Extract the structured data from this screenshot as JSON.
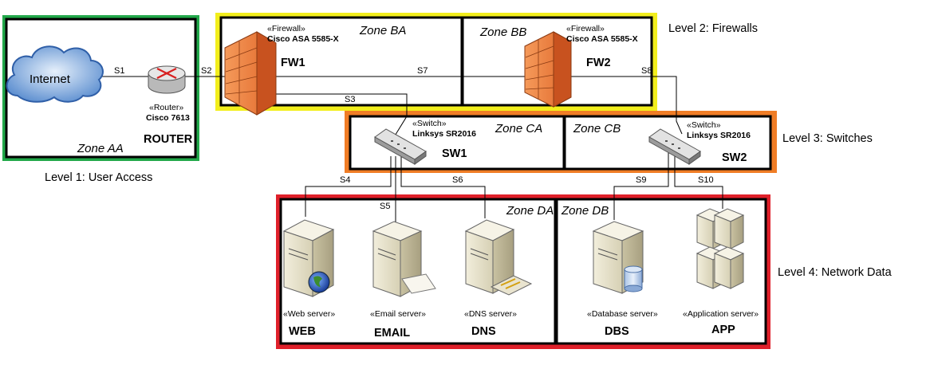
{
  "levels": {
    "l1": "Level 1: User Access",
    "l2": "Level 2: Firewalls",
    "l3": "Level 3: Switches",
    "l4": "Level 4: Network Data"
  },
  "level_colors": {
    "l1": "#22a84a",
    "l2": "#f2ee1c",
    "l3": "#f07d26",
    "l4": "#e0202a"
  },
  "zones": {
    "aa": "Zone AA",
    "ba": "Zone BA",
    "bb": "Zone BB",
    "ca": "Zone CA",
    "cb": "Zone CB",
    "da": "Zone DA",
    "db": "Zone DB"
  },
  "cloud": {
    "label": "Internet",
    "icon": "cloud-icon"
  },
  "router": {
    "stereotype": "«Router»",
    "model": "Cisco 7613",
    "name": "ROUTER",
    "icon": "router-icon"
  },
  "fw1": {
    "stereotype": "«Firewall»",
    "model": "Cisco ASA 5585-X",
    "name": "FW1",
    "icon": "firewall-icon"
  },
  "fw2": {
    "stereotype": "«Firewall»",
    "model": "Cisco ASA 5585-X",
    "name": "FW2",
    "icon": "firewall-icon"
  },
  "sw1": {
    "stereotype": "«Switch»",
    "model": "Linksys SR2016",
    "name": "SW1",
    "icon": "switch-icon"
  },
  "sw2": {
    "stereotype": "«Switch»",
    "model": "Linksys SR2016",
    "name": "SW2",
    "icon": "switch-icon"
  },
  "web": {
    "stereotype": "«Web server»",
    "name": "WEB",
    "icon": "web-server-icon"
  },
  "email": {
    "stereotype": "«Email server»",
    "name": "EMAIL",
    "icon": "email-server-icon"
  },
  "dns": {
    "stereotype": "«DNS server»",
    "name": "DNS",
    "icon": "dns-server-icon"
  },
  "dbs": {
    "stereotype": "«Database server»",
    "name": "DBS",
    "icon": "database-server-icon"
  },
  "app": {
    "stereotype": "«Application server»",
    "name": "APP",
    "icon": "application-server-icon"
  },
  "links": {
    "s1": "S1",
    "s2": "S2",
    "s3": "S3",
    "s4": "S4",
    "s5": "S5",
    "s6": "S6",
    "s7": "S7",
    "s8": "S8",
    "s9": "S9",
    "s10": "S10"
  }
}
